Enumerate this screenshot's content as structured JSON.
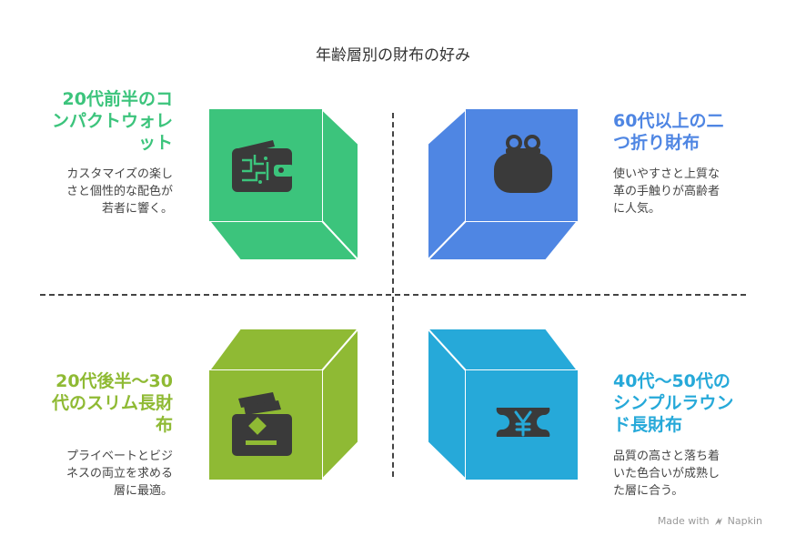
{
  "title": "年齢層別の財布の好み",
  "quadrants": [
    {
      "heading_lines": [
        "20代前半のコ",
        "ンパクトウォレ",
        "ット"
      ],
      "desc_lines": [
        "カスタマイズの楽し",
        "さと個性的な配色が",
        "若者に響く。"
      ],
      "color": "#3cc47c",
      "icon": "wallet-icon"
    },
    {
      "heading_lines": [
        "60代以上の二",
        "つ折り財布"
      ],
      "desc_lines": [
        "使いやすさと上質な",
        "革の手触りが高齢者",
        "に人気。"
      ],
      "color": "#4f86e3",
      "icon": "coin-purse-icon"
    },
    {
      "heading_lines": [
        "20代後半〜30",
        "代のスリム長財",
        "布"
      ],
      "desc_lines": [
        "プライベートとビジ",
        "ネスの両立を求める",
        "層に最適。"
      ],
      "color": "#8fba34",
      "icon": "card-wallet-icon"
    },
    {
      "heading_lines": [
        "40代〜50代の",
        "シンプルラウン",
        "ド長財布"
      ],
      "desc_lines": [
        "品質の高さと落ち着",
        "いた色合いが成熟し",
        "た層に合う。"
      ],
      "color": "#26a9d9",
      "icon": "yen-wallet-icon"
    }
  ],
  "footer": {
    "made_with": "Made with",
    "brand": "Napkin"
  }
}
